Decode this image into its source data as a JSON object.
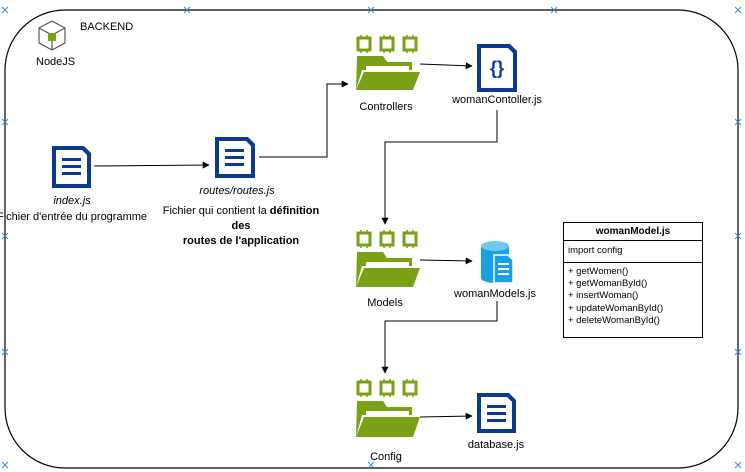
{
  "container": {
    "title": "BACKEND",
    "runtime_label": "NodeJS"
  },
  "index_file": {
    "label": "index.js",
    "description": "Fichier d'entrée du programme"
  },
  "routes_file": {
    "label": "routes/routes.js",
    "description_prefix": "Fichier qui contient la ",
    "description_bold_1": "définition des",
    "description_bold_2": "routes de l'application"
  },
  "folders": {
    "controllers": "Controllers",
    "models": "Models",
    "config": "Config"
  },
  "files": {
    "controller": "womanContoller.js",
    "models": "womanModels.js",
    "database": "database.js"
  },
  "uml_class": {
    "name": "womanModel.js",
    "attributes": [
      "import config"
    ],
    "methods": [
      "+ getWomen()",
      "+ getWomanById()",
      "+ insertWoman()",
      "+ updateWomanById()",
      "+ deleteWomanById()"
    ]
  },
  "icons": {
    "container": "nodejs-cube-icon",
    "file": "document-icon",
    "folder": "folder-icon",
    "code": "code-braces-icon",
    "database": "database-icon"
  },
  "colors": {
    "doc_blue": "#0b3b8f",
    "folder_green": "#7aa116",
    "db_cyan": "#1ba1e2",
    "selection_blue": "#3a8dd6"
  }
}
